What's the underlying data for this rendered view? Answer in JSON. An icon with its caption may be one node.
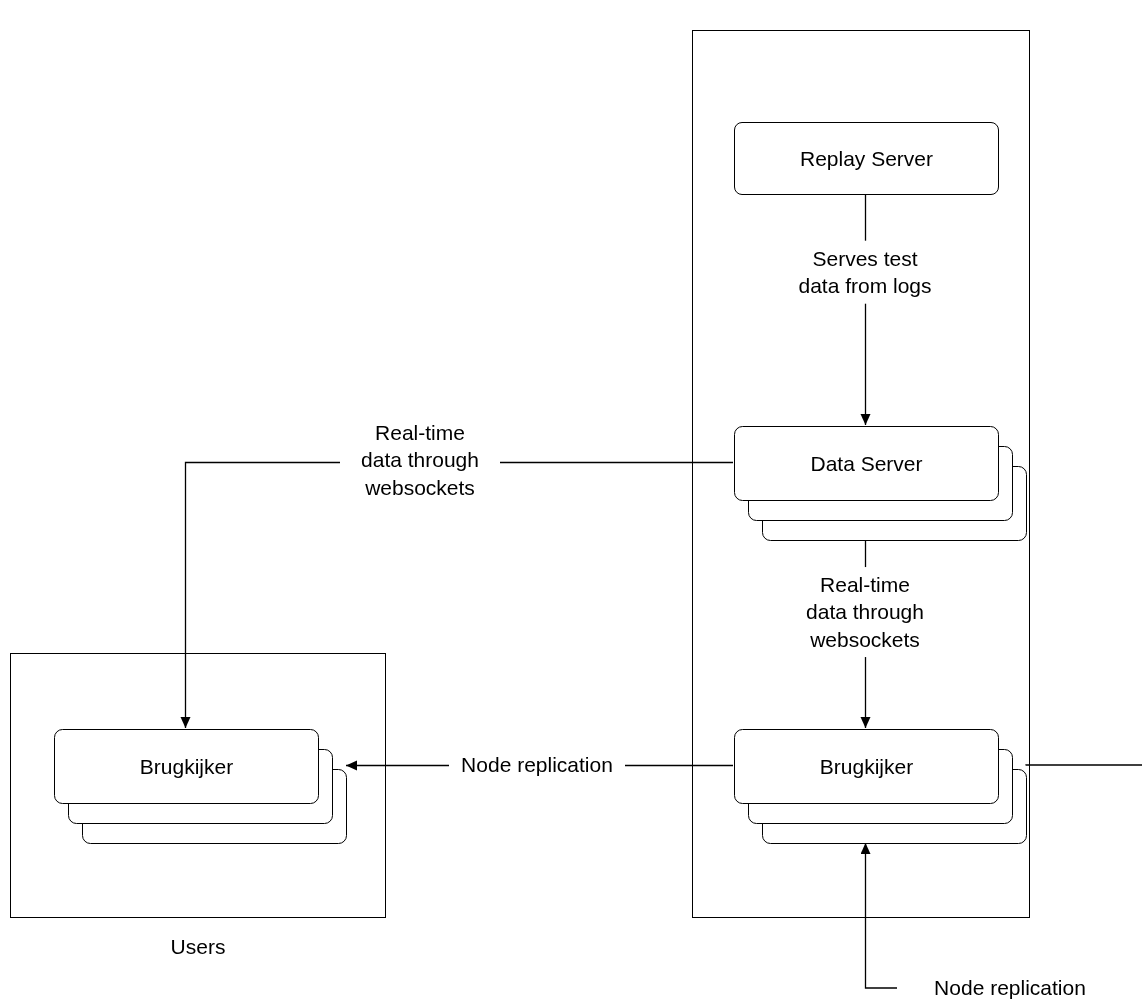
{
  "diagram": {
    "nodes": [
      {
        "text": [],
        "shape": "box"
      },
      {
        "text": [
          "Replay Server"
        ],
        "in": 0
      },
      {
        "text": [
          "Data Server"
        ],
        "in": 0
      },
      {
        "text": [
          "Brugkijker"
        ],
        "in": 0
      },
      {
        "text": [
          "Users"
        ]
      },
      {
        "text": [
          "Brugkijker"
        ],
        "in": 4
      }
    ],
    "edges": [
      {
        "from": 1,
        "to": 2,
        "arrow": "to",
        "label": "Serves test data from logs"
      },
      {
        "from": 2,
        "to": 5,
        "arrow": "to",
        "label": "Real-time data through websockets"
      },
      {
        "from": 2,
        "to": 3,
        "arrow": "to",
        "label": "Real-time data through websockets"
      },
      {
        "from": 3,
        "to": 5,
        "arrow": "to",
        "label": "Node replication"
      },
      {
        "from": 3,
        "to": null,
        "arrow": "none"
      },
      {
        "from": null,
        "to": 3,
        "arrow": "to",
        "label": "Node replication"
      }
    ]
  }
}
